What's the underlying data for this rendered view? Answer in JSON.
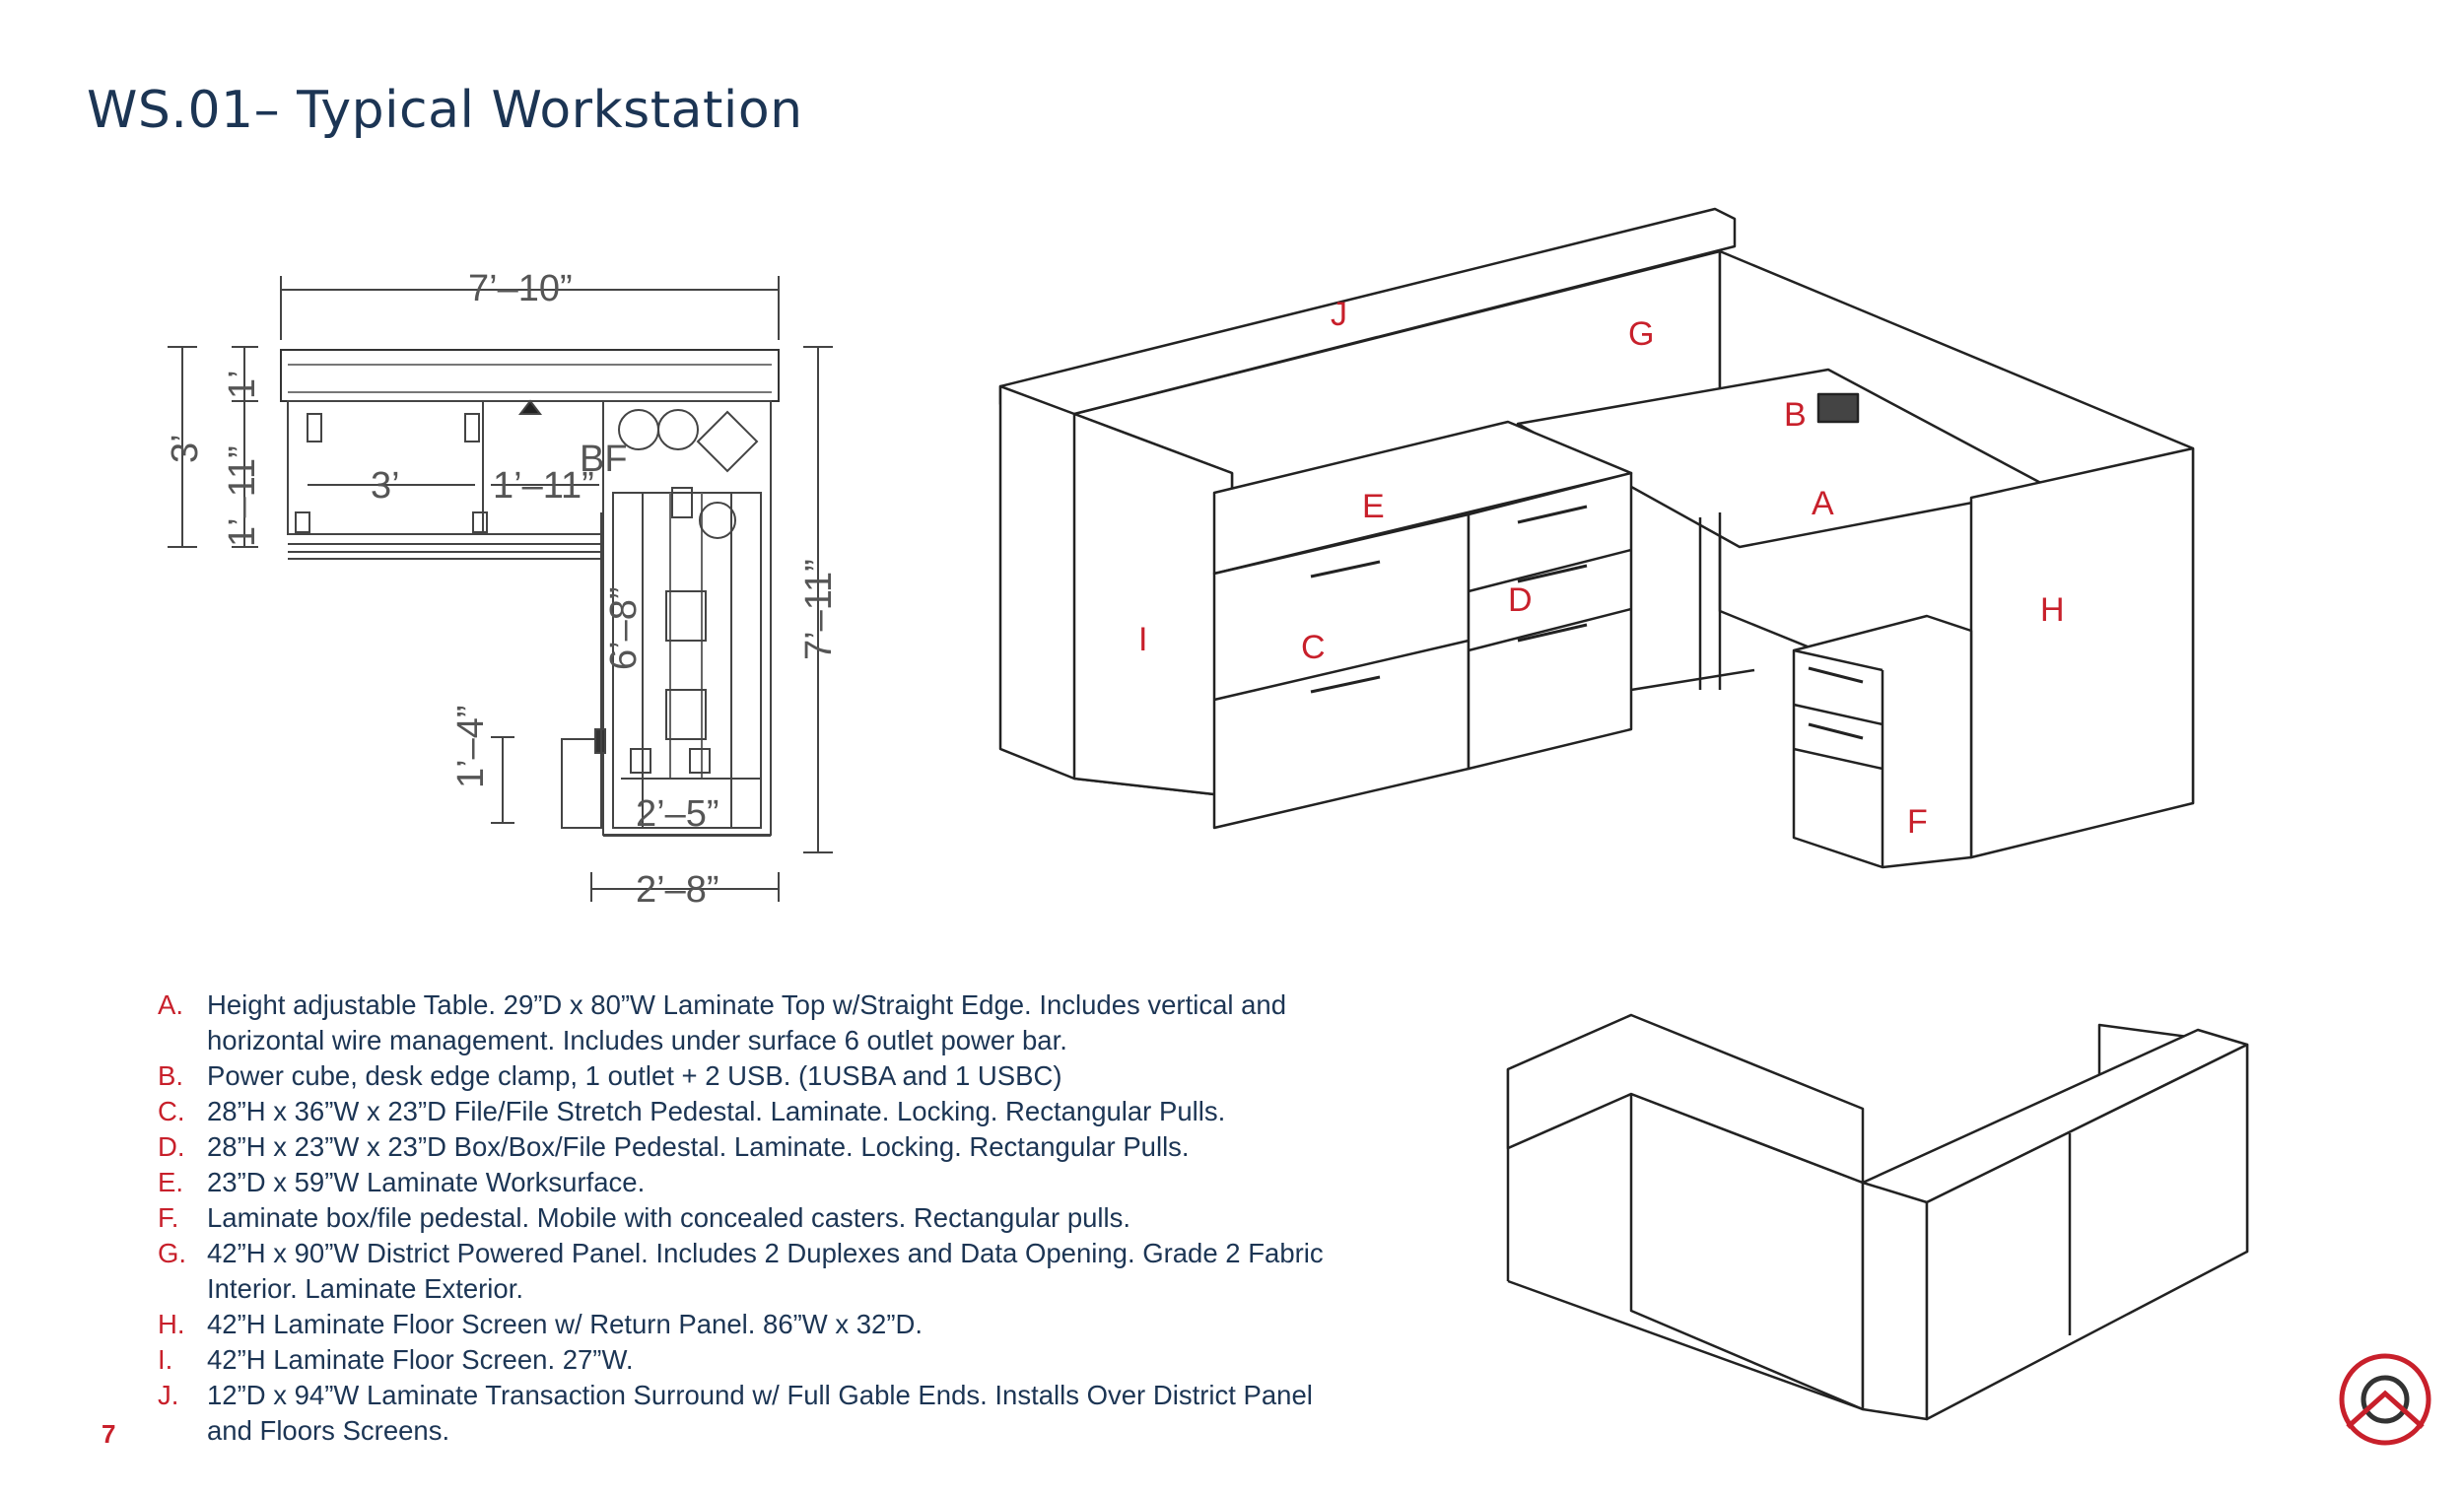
{
  "page": {
    "title": "WS.01– Typical Workstation",
    "page_number": "7"
  },
  "plan_dimensions": {
    "overall_width": "7’–10”",
    "overall_depth": "7’–11”",
    "left_depth": "3’",
    "left_sub_depth": "1’–11”",
    "left_top": "1’",
    "segment_a": "3’",
    "segment_b": "1’–11”",
    "return_length": "6’–8”",
    "pedestal_depth": "1’–4”",
    "bottom_inner": "2’–5”",
    "bottom_outer": "2’–8”",
    "plan_tag": "BF"
  },
  "callouts": {
    "A": "A",
    "B": "B",
    "C": "C",
    "D": "D",
    "E": "E",
    "F": "F",
    "G": "G",
    "H": "H",
    "I": "I",
    "J": "J"
  },
  "specs": [
    {
      "letter": "A.",
      "text": "Height adjustable Table. 29”D x 80”W Laminate Top w/Straight Edge. Includes vertical and horizontal wire management. Includes under surface 6 outlet power bar."
    },
    {
      "letter": "B.",
      "text": "Power cube, desk edge clamp, 1 outlet + 2 USB. (1USBA and 1 USBC)"
    },
    {
      "letter": "C.",
      "text": "28”H x 36”W x 23”D File/File Stretch Pedestal. Laminate. Locking. Rectangular Pulls."
    },
    {
      "letter": "D.",
      "text": "28”H x 23”W x 23”D Box/Box/File Pedestal. Laminate. Locking. Rectangular Pulls."
    },
    {
      "letter": "E.",
      "text": "23”D x 59”W Laminate Worksurface."
    },
    {
      "letter": "F.",
      "text": "Laminate box/file pedestal. Mobile with concealed casters. Rectangular pulls."
    },
    {
      "letter": "G.",
      "text": "42”H x 90”W District Powered Panel. Includes 2 Duplexes and Data Opening. Grade 2 Fabric Interior. Laminate Exterior."
    },
    {
      "letter": "H.",
      "text": "42”H Laminate Floor Screen w/ Return Panel. 86”W x 32”D."
    },
    {
      "letter": "I.",
      "text": "42”H Laminate Floor Screen. 27”W."
    },
    {
      "letter": "J.",
      "text": "12”D x 94”W Laminate Transaction Surround w/ Full Gable Ends. Installs Over District Panel and Floors Screens."
    }
  ],
  "colors": {
    "title": "#1c3554",
    "accent_red": "#c8202b",
    "line": "#333333"
  },
  "icons": {
    "brand_logo": "logo-icon"
  }
}
